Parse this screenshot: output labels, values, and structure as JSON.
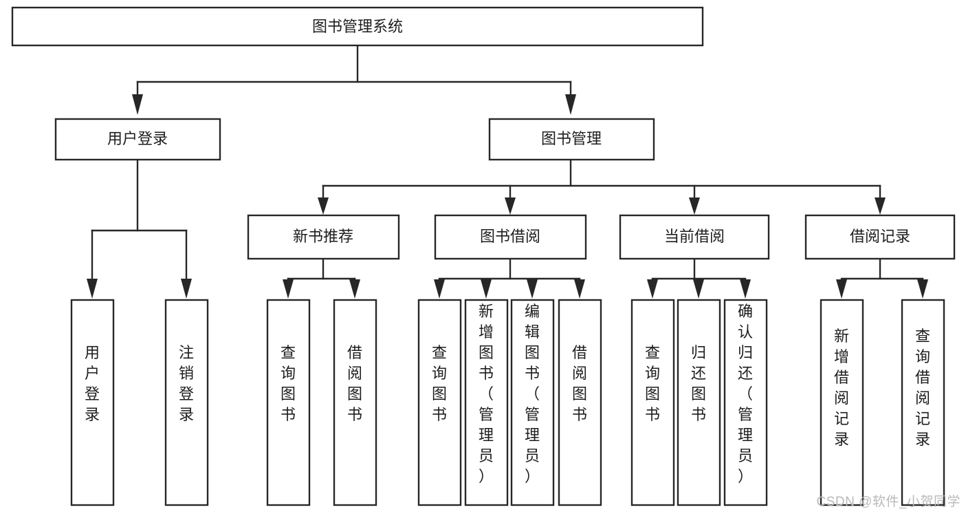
{
  "diagram": {
    "title": "图书管理系统",
    "watermark": "CSDN @软件_小贺同学",
    "colors": {
      "stroke": "#272727",
      "fill": "#ffffff",
      "text": "#1d1d1d",
      "watermark": "#b9b9b9"
    },
    "levels": {
      "root": {
        "label": "图书管理系统"
      },
      "level1": [
        {
          "id": "user-login",
          "label": "用户登录"
        },
        {
          "id": "book-management",
          "label": "图书管理"
        }
      ],
      "level2": [
        {
          "id": "new-book-recommend",
          "label": "新书推荐"
        },
        {
          "id": "book-borrow",
          "label": "图书借阅"
        },
        {
          "id": "current-borrow",
          "label": "当前借阅"
        },
        {
          "id": "borrow-record",
          "label": "借阅记录"
        }
      ],
      "leaves": [
        {
          "id": "leaf-user-login",
          "label": "用户登录",
          "parent": "user-login"
        },
        {
          "id": "leaf-logout-login",
          "label": "注销登录",
          "parent": "user-login"
        },
        {
          "id": "leaf-query-book-1",
          "label": "查询图书",
          "parent": "new-book-recommend"
        },
        {
          "id": "leaf-borrow-book-1",
          "label": "借阅图书",
          "parent": "new-book-recommend"
        },
        {
          "id": "leaf-query-book-2",
          "label": "查询图书",
          "parent": "book-borrow"
        },
        {
          "id": "leaf-add-book",
          "label": "新增图书（管理员）",
          "parent": "book-borrow"
        },
        {
          "id": "leaf-edit-book",
          "label": "编辑图书（管理员）",
          "parent": "book-borrow"
        },
        {
          "id": "leaf-borrow-book-2",
          "label": "借阅图书",
          "parent": "book-borrow"
        },
        {
          "id": "leaf-query-book-3",
          "label": "查询图书",
          "parent": "current-borrow"
        },
        {
          "id": "leaf-return-book",
          "label": "归还图书",
          "parent": "current-borrow"
        },
        {
          "id": "leaf-confirm-return",
          "label": "确认归还（管理员）",
          "parent": "current-borrow"
        },
        {
          "id": "leaf-add-borrow-record",
          "label": "新增借阅记录",
          "parent": "borrow-record"
        },
        {
          "id": "leaf-query-borrow-record",
          "label": "查询借阅记录",
          "parent": "borrow-record"
        }
      ]
    }
  }
}
